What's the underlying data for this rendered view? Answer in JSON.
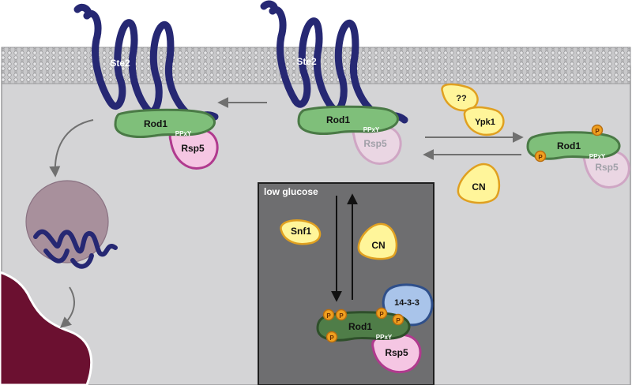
{
  "labels": {
    "ste2": "Ste2",
    "rod1": "Rod1",
    "ppxy": "PPxY",
    "rsp5": "Rsp5",
    "ypk1": "Ypk1",
    "unknown_kinase": "??",
    "cn": "CN",
    "snf1": "Snf1",
    "protein_1433": "14-3-3",
    "phospho": "P",
    "low_glucose": "low glucose"
  },
  "colors": {
    "cytoplasm": "#d4d4d6",
    "membrane": "#c8c8ca",
    "receptor": "#262873",
    "rod1_green": "#7fbf7a",
    "rod1_dark": "#4a7a46",
    "rsp5_pink": "#f5c6e3",
    "rsp5_border": "#b03a8e",
    "kinase_yellow": "#fff59a",
    "kinase_border": "#e0a020",
    "phospho_orange": "#f0a020",
    "low_glucose_box": "#6e6e70",
    "protein_1433_blue": "#a9c4ea",
    "vacuole": "#6b1030",
    "endosome": "#a8909c"
  }
}
